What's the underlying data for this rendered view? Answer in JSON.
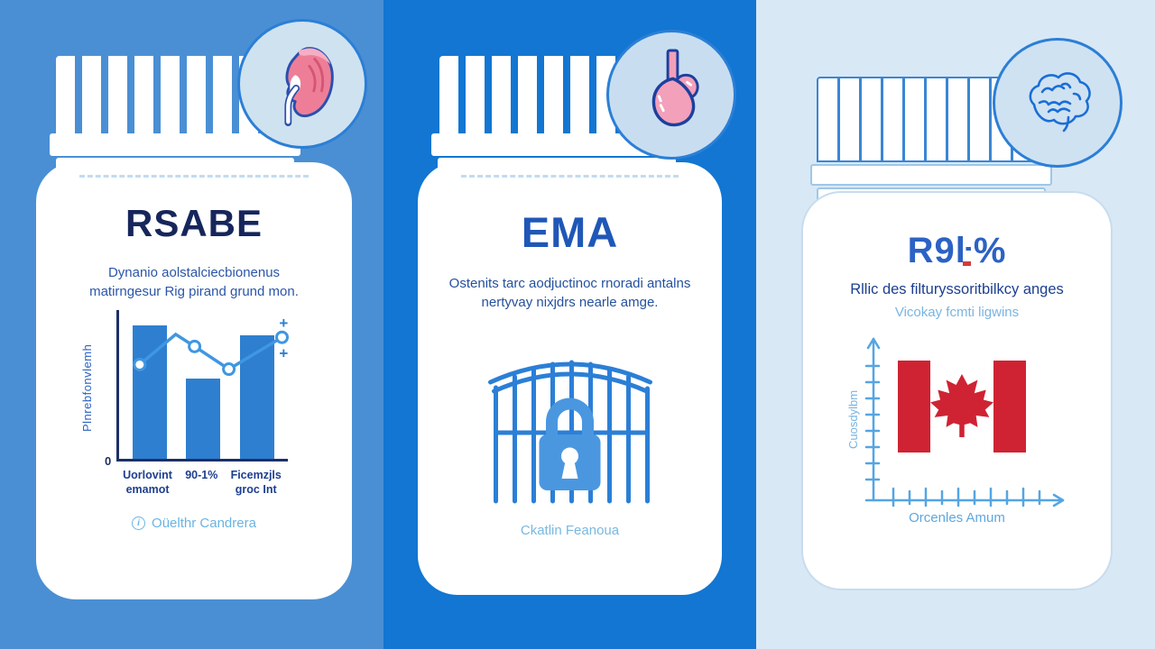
{
  "panels": [
    {
      "title": "RSABE",
      "subtitle": [
        "Dynanio aolstalciecbionenus",
        "matirngesur Rig pirand grund mon."
      ],
      "footer_icon": "i",
      "footer": "Oüelthr Candrera",
      "top_icon": "kidney"
    },
    {
      "title": "EMA",
      "subtitle": [
        "Ostenits tarc aodjuctinoc rnoradi antalns",
        "nertyvay nixjdrs nearle amge."
      ],
      "footer": "Ckatlin Feanoua",
      "top_icon": "heart",
      "illustration": "locked-gate"
    },
    {
      "title": "R9ŀ%",
      "subtitle": [
        "Rllic des filturyssoritbilkcy anges",
        "Vicokay fcmti ligwins"
      ],
      "top_icon": "brain",
      "illustration": "canada-flag-on-axes",
      "y_axis_label": "Cuosdylbm",
      "x_axis_label": "Orcenles Amum"
    }
  ],
  "chart_data": {
    "type": "bar",
    "title": "",
    "categories": [
      "Uorlovint\nemamot",
      "90-1%",
      "Ficemzjls\ngroc Int"
    ],
    "series": [
      {
        "name": "bars",
        "type": "bar",
        "values": [
          90,
          54,
          83
        ]
      },
      {
        "name": "trend-line",
        "type": "line",
        "points_pct": [
          [
            12,
            64
          ],
          [
            33,
            84
          ],
          [
            44,
            76
          ],
          [
            64,
            61
          ],
          [
            95,
            82
          ]
        ],
        "marker_indices": [
          0,
          2,
          3,
          4
        ]
      }
    ],
    "plus_marks_pct": [
      [
        13,
        52
      ],
      [
        96,
        91
      ],
      [
        96,
        71
      ]
    ],
    "origin_label": "0",
    "ylabel": "Plnrebfonvlemh",
    "xlabel": "",
    "ylim": [
      0,
      100
    ],
    "grid": false,
    "legend": false
  },
  "colors": {
    "panel1_bg": "#4a8fd4",
    "panel2_bg": "#1276d2",
    "panel3_bg": "#d9e8f5",
    "card": "#ffffff",
    "title_navy": "#16265c",
    "ema_blue": "#1f57b8",
    "bar_blue": "#2e7fd0",
    "line_blue": "#3f97e2",
    "axis_navy": "#1d2f66",
    "footer_blue": "#6ab4e4",
    "gate_blue": "#2b7fd6",
    "lock_blue": "#4a97e0",
    "flag_red": "#cf2333",
    "organ_pink": "#f3a0ba",
    "kidney_pink": "#ee7e97",
    "brain_blue": "#1a6ed6",
    "medallion_bg": "#cfe2f0"
  }
}
